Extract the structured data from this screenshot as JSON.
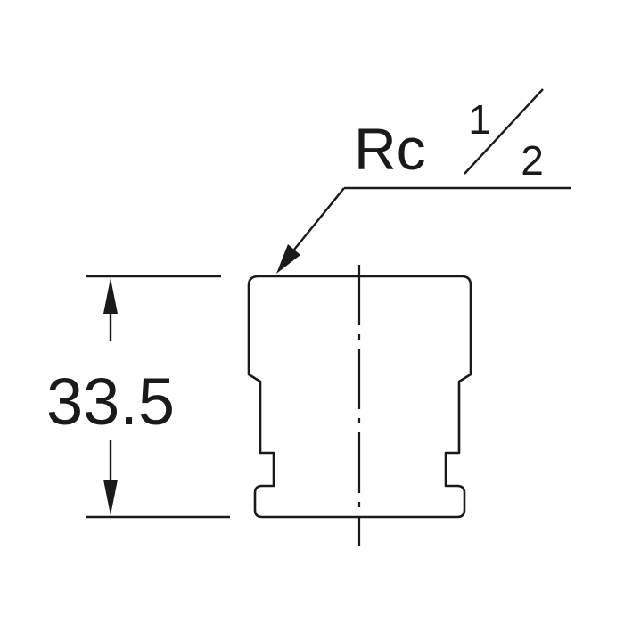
{
  "thread_callout": {
    "prefix": "Rc",
    "numerator": "1",
    "denominator": "2"
  },
  "height_dimension": {
    "value": "33.5"
  }
}
